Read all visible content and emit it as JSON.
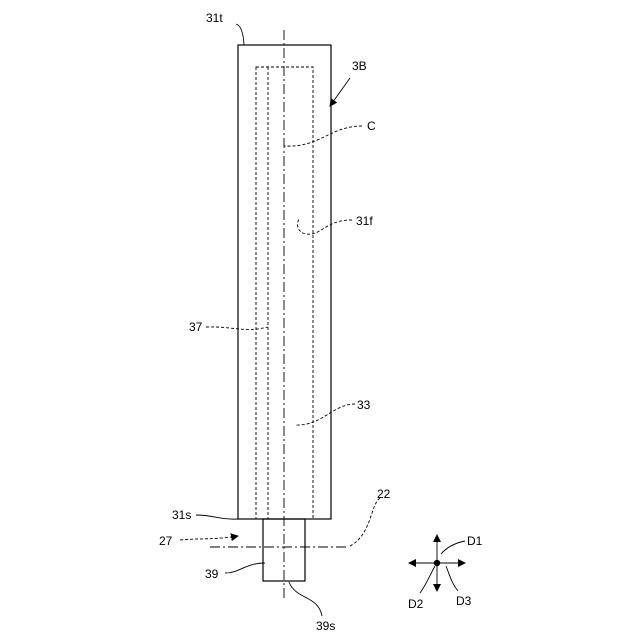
{
  "labels": {
    "top_end": "31t",
    "member": "3B",
    "axis": "C",
    "face": "31f",
    "inner_region": "37",
    "body": "33",
    "bottom_end": "31s",
    "surface": "22",
    "assembly": "27",
    "shaft": "39",
    "shaft_end": "39s"
  },
  "directions": {
    "d1": "D1",
    "d2": "D2",
    "d3": "D3"
  }
}
